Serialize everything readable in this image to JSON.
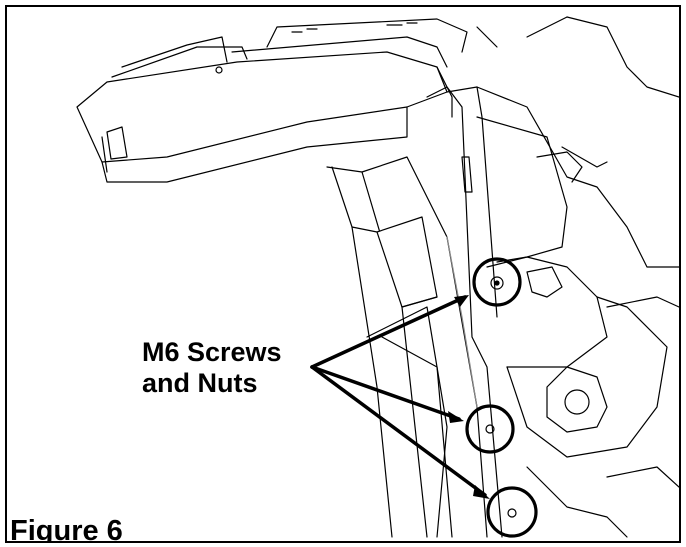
{
  "callout": {
    "line1": "M6 Screws",
    "line2": "and Nuts"
  },
  "figure_label": "Figure 6",
  "colors": {
    "ink": "#000000",
    "paper": "#ffffff",
    "shade": "#b0b0b0"
  }
}
